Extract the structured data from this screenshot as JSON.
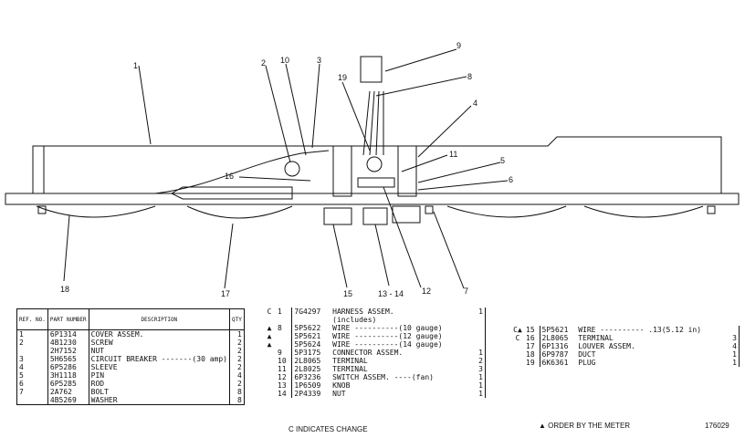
{
  "callouts": {
    "c1": "1",
    "c2": "2",
    "c3": "3",
    "c4": "4",
    "c5": "5",
    "c6": "6",
    "c7": "7",
    "c8": "8",
    "c9": "9",
    "c10": "10",
    "c11": "11",
    "c12": "12",
    "c13_14": "13 - 14",
    "c15": "15",
    "c16": "16",
    "c17": "17",
    "c18": "18",
    "c19": "19"
  },
  "table_left": {
    "headers": [
      "REF. NO.",
      "PART NUMBER",
      "DESCRIPTION",
      "QTY"
    ],
    "rows": [
      {
        "ref": "1",
        "part": "6P1314",
        "desc": "COVER ASSEM.",
        "qty": "1"
      },
      {
        "ref": "2",
        "part": "4B1230",
        "desc": "SCREW",
        "qty": "2"
      },
      {
        "ref": "",
        "part": "2H7152",
        "desc": "NUT",
        "qty": "2"
      },
      {
        "ref": "3",
        "part": "5H6565",
        "desc": "CIRCUIT BREAKER -------(30 amp)",
        "qty": "2"
      },
      {
        "ref": "4",
        "part": "6P5286",
        "desc": "SLEEVE",
        "qty": "2"
      },
      {
        "ref": "5",
        "part": "3H1118",
        "desc": "PIN",
        "qty": "4"
      },
      {
        "ref": "6",
        "part": "6P5285",
        "desc": "ROD",
        "qty": "2"
      },
      {
        "ref": "7",
        "part": "2A762",
        "desc": "BOLT",
        "qty": "8"
      },
      {
        "ref": "",
        "part": "4B5269",
        "desc": "WASHER",
        "qty": "8"
      }
    ]
  },
  "table_mid": {
    "rows": [
      {
        "mark": "C",
        "ref": "1",
        "part": "7G4297",
        "desc": "HARNESS ASSEM.",
        "qty": "1"
      },
      {
        "mark": "",
        "ref": "",
        "part": "",
        "desc": "(includes)",
        "qty": ""
      },
      {
        "mark": "▲",
        "ref": "8",
        "part": "5P5622",
        "desc": "WIRE ----------(10 gauge)",
        "qty": ""
      },
      {
        "mark": "▲",
        "ref": "",
        "part": "5P5621",
        "desc": "WIRE ----------(12 gauge)",
        "qty": ""
      },
      {
        "mark": "▲",
        "ref": "",
        "part": "5P5624",
        "desc": "WIRE ----------(14 gauge)",
        "qty": ""
      },
      {
        "mark": "",
        "ref": "9",
        "part": "5P3175",
        "desc": "CONNECTOR ASSEM.",
        "qty": "1"
      },
      {
        "mark": "",
        "ref": "10",
        "part": "2L8065",
        "desc": "TERMINAL",
        "qty": "2"
      },
      {
        "mark": "",
        "ref": "11",
        "part": "2L8025",
        "desc": "TERMINAL",
        "qty": "3"
      },
      {
        "mark": "",
        "ref": "12",
        "part": "6P3236",
        "desc": "SWITCH ASSEM. ----(fan)",
        "qty": "1"
      },
      {
        "mark": "",
        "ref": "13",
        "part": "1P6509",
        "desc": "KNOB",
        "qty": "1"
      },
      {
        "mark": "",
        "ref": "14",
        "part": "2P4339",
        "desc": "NUT",
        "qty": "1"
      }
    ],
    "note": "C INDICATES CHANGE"
  },
  "table_right": {
    "rows": [
      {
        "mark": "C▲",
        "ref": "15",
        "part": "5P5621",
        "desc": "WIRE ---------- .13(5.12 in)",
        "qty": ""
      },
      {
        "mark": "C",
        "ref": "16",
        "part": "2L8065",
        "desc": "TERMINAL",
        "qty": "3"
      },
      {
        "mark": "",
        "ref": "17",
        "part": "6P1316",
        "desc": "LOUVER ASSEM.",
        "qty": "4"
      },
      {
        "mark": "",
        "ref": "18",
        "part": "6P9787",
        "desc": "DUCT",
        "qty": "1"
      },
      {
        "mark": "",
        "ref": "19",
        "part": "6K6361",
        "desc": "PLUG",
        "qty": "1"
      }
    ],
    "note": "▲ ORDER BY THE METER",
    "drawing_no": "176029"
  }
}
